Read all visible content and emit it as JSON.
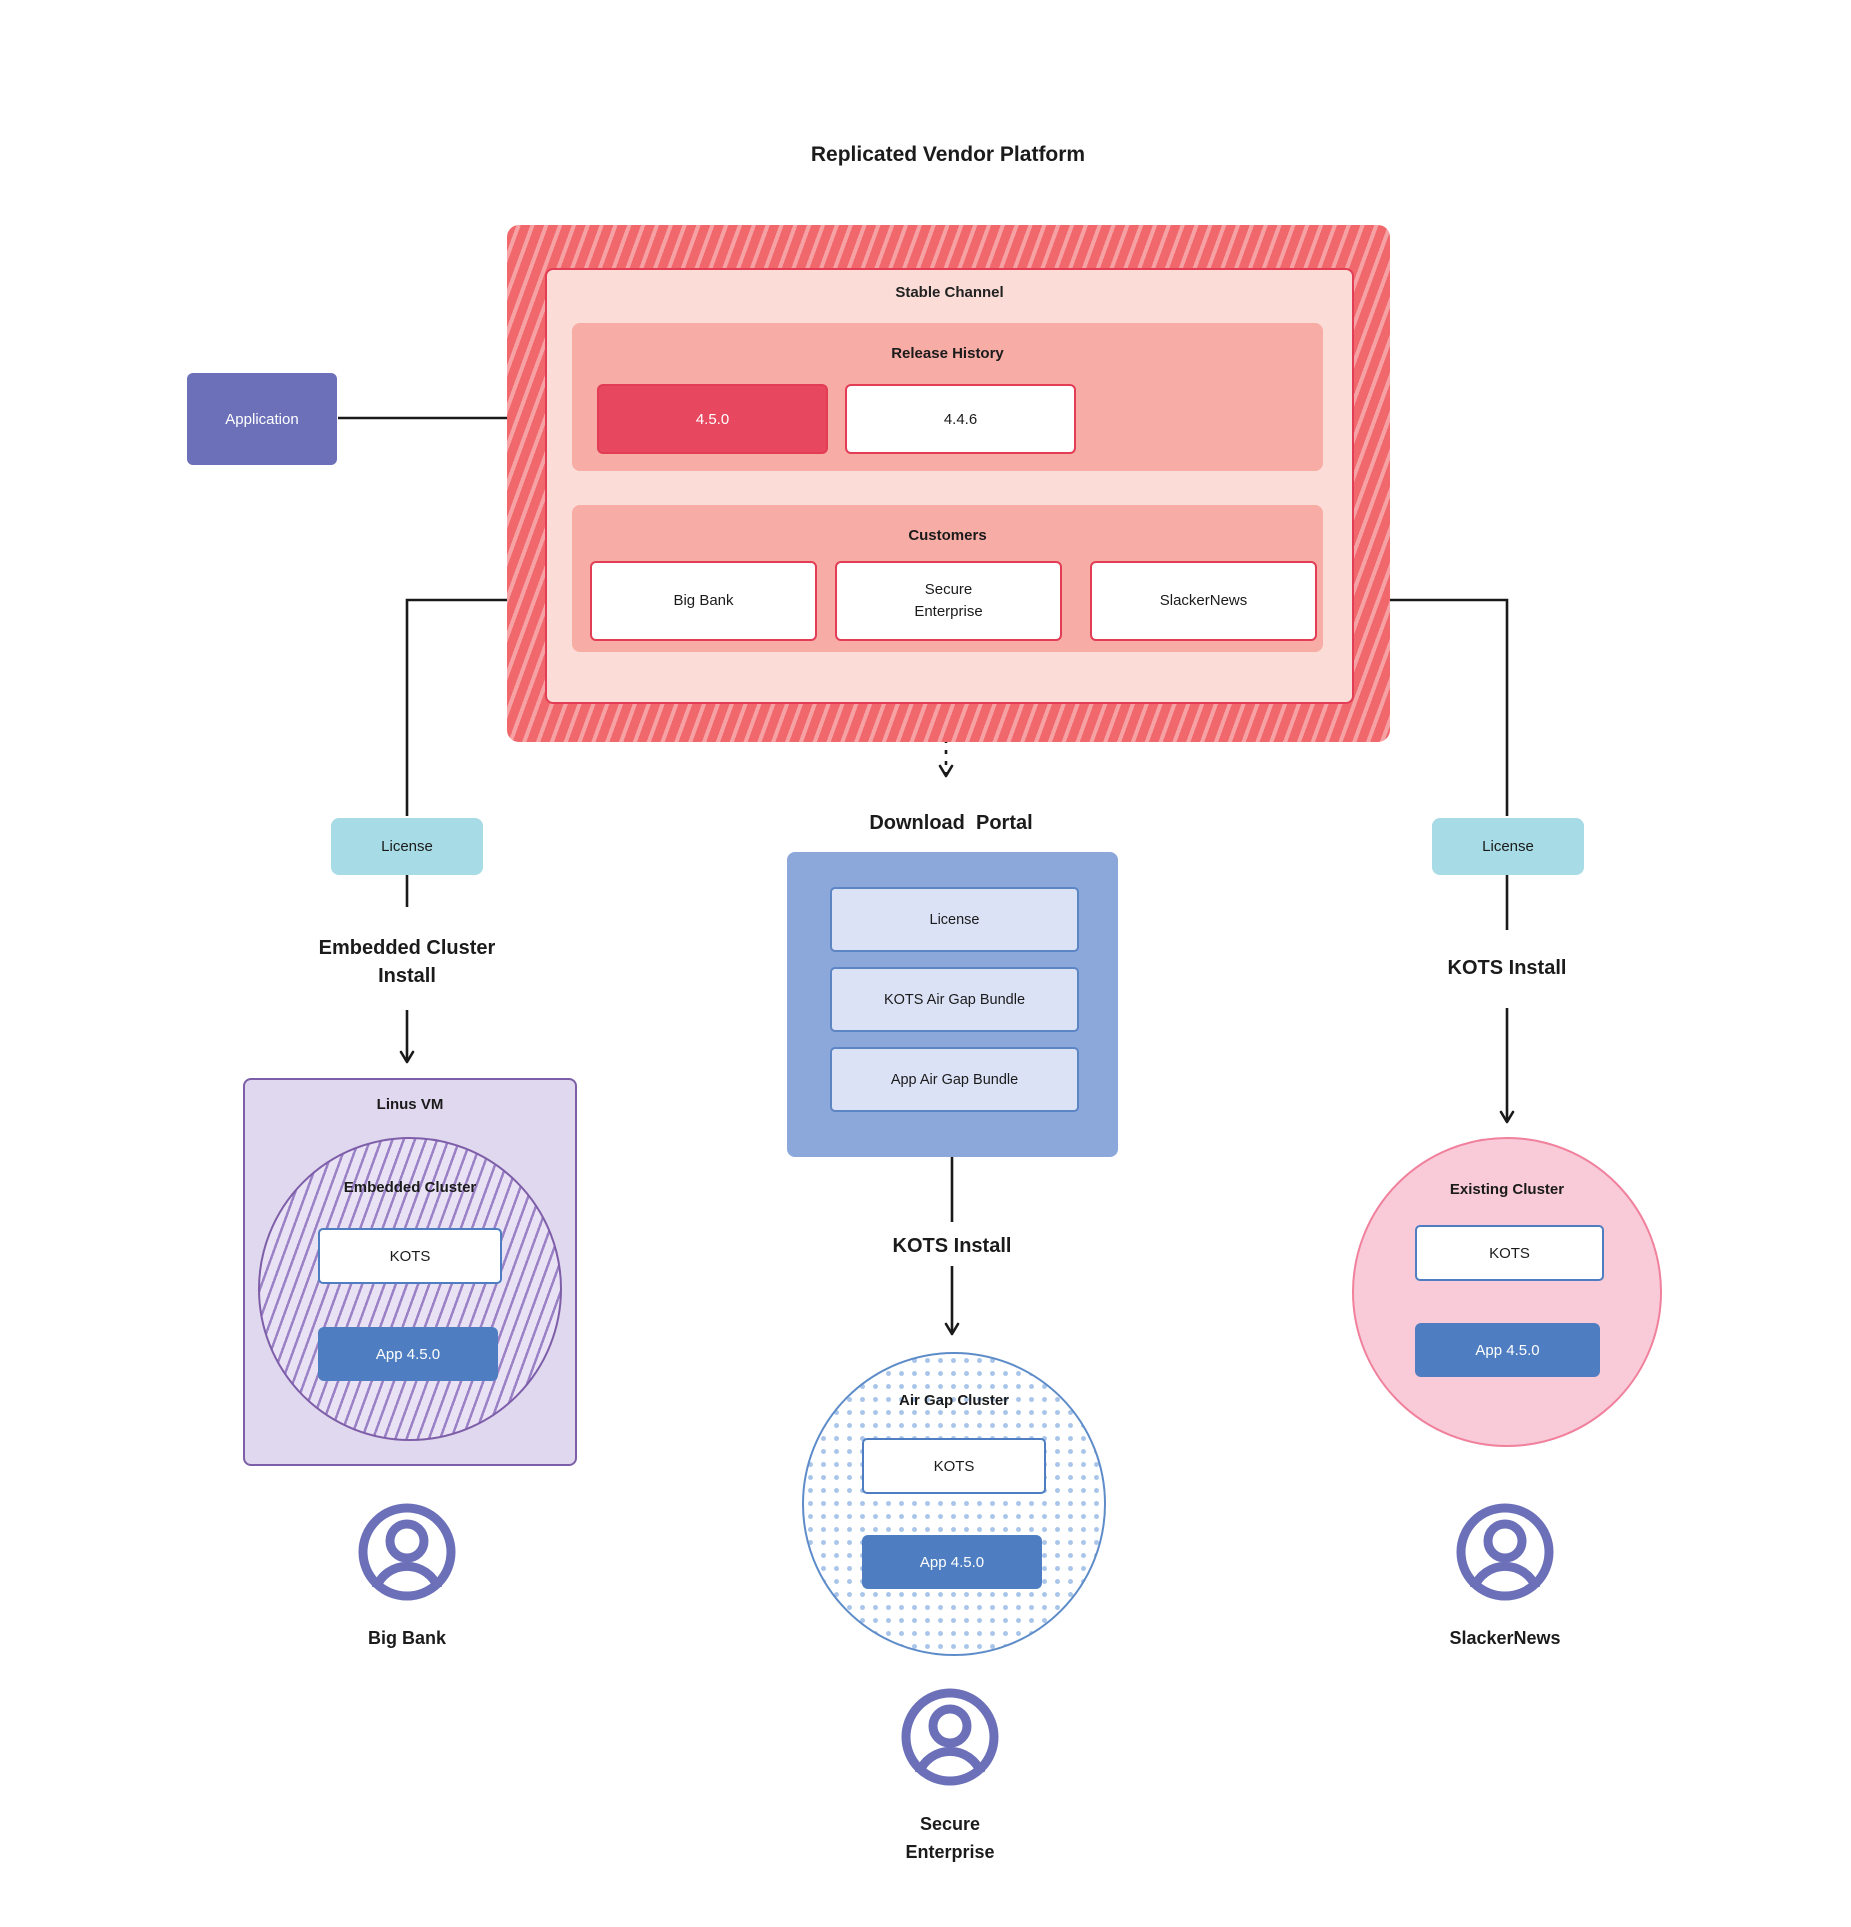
{
  "title": "Replicated Vendor Platform",
  "colors": {
    "red_accent": "#E8485F",
    "red_border": "#E23D55",
    "salmon_panel": "#F7ACA5",
    "light_pink_panel": "#FBDCD7",
    "stripe_red": "#F1686C",
    "purple_node": "#6B70B9",
    "teal_license": "#A7DBE5",
    "portal_blue": "#8CA7DA",
    "item_lavender": "#DBE2F6",
    "app_blue": "#4E7EC1",
    "vm_purple_bg": "#DFD8EE",
    "vm_purple_border": "#7E5EA8",
    "existing_pink_fill": "#F9CBD8",
    "existing_pink_border": "#F0809C",
    "airgap_blue_border": "#5D8CC9"
  },
  "application": {
    "label": "Application"
  },
  "platform": {
    "stable_channel": {
      "label": "Stable Channel"
    },
    "release_history": {
      "label": "Release History",
      "releases": [
        {
          "version": "4.5.0"
        },
        {
          "version": "4.4.6"
        }
      ]
    },
    "customers": {
      "label": "Customers",
      "items": [
        "Big Bank",
        "Secure\nEnterprise",
        "SlackerNews"
      ]
    }
  },
  "download_portal": {
    "title": "Download  Portal",
    "items": [
      "License",
      "KOTS Air Gap Bundle",
      "App Air Gap Bundle"
    ]
  },
  "flows": {
    "left": {
      "license": "License",
      "install": "Embedded Cluster\nInstall",
      "vm": "Linus VM",
      "cluster": "Embedded Cluster",
      "kots": "KOTS",
      "app": "App 4.5.0",
      "user": "Big Bank"
    },
    "middle": {
      "install": "KOTS Install",
      "cluster": "Air Gap Cluster",
      "kots": "KOTS",
      "app": "App 4.5.0",
      "user": "Secure\nEnterprise"
    },
    "right": {
      "license": "License",
      "install": "KOTS Install",
      "cluster": "Existing Cluster",
      "kots": "KOTS",
      "app": "App 4.5.0",
      "user": "SlackerNews"
    }
  }
}
